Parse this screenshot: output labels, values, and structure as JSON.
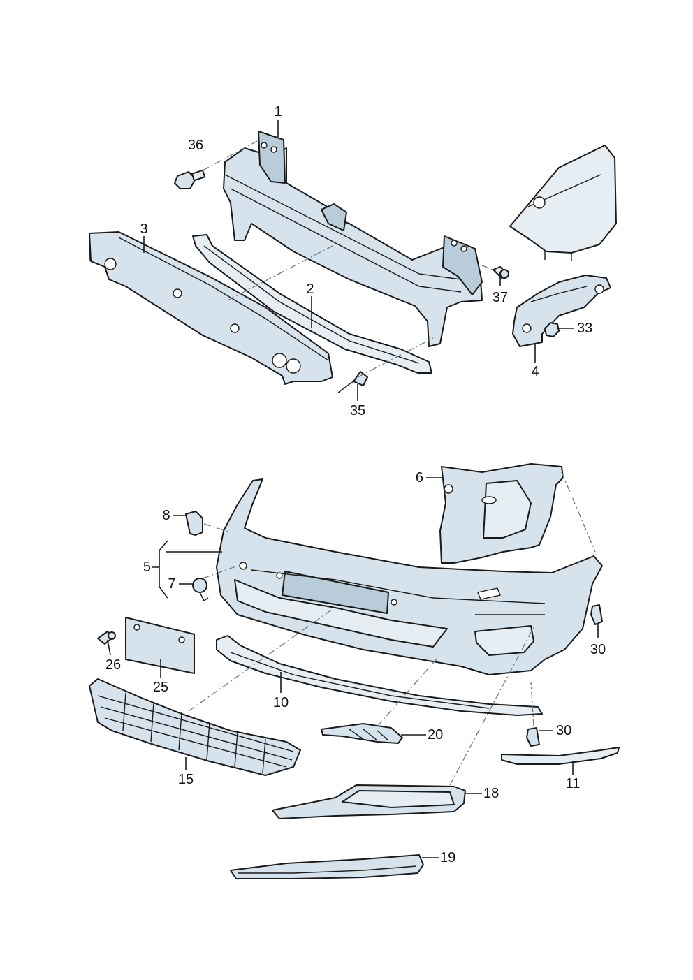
{
  "colors": {
    "part_fill": "#d6e3ec",
    "part_shade": "#b9ccd9",
    "line": "#1a1a1a",
    "dash": "#6a7a86",
    "background": "#ffffff"
  },
  "callouts": {
    "c1": "1",
    "c2": "2",
    "c3": "3",
    "c4": "4",
    "c5": "5",
    "c6": "6",
    "c7": "7",
    "c8": "8",
    "c10": "10",
    "c11": "11",
    "c15": "15",
    "c18": "18",
    "c19": "19",
    "c20": "20",
    "c25": "25",
    "c26": "26",
    "c30a": "30",
    "c30b": "30",
    "c33": "33",
    "c35": "35",
    "c36": "36",
    "c37": "37"
  }
}
